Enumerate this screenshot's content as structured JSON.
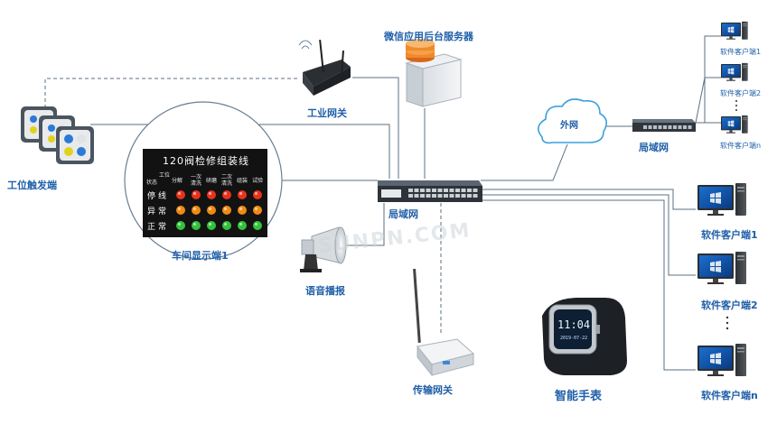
{
  "nodes": {
    "station_trigger": "工位触发端",
    "workshop_display": "车间显示端1",
    "voice_broadcast": "语音播报",
    "industrial_gateway": "工业网关",
    "wechat_server": "微信应用后台服务器",
    "lan_center": "局域网",
    "wan_cloud": "外网",
    "lan_right": "局域网",
    "transmission_gateway": "传输网关",
    "smart_watch": "智能手表",
    "client_small_1": "软件客户端1",
    "client_small_2": "软件客户端2",
    "client_small_n": "软件客户端n",
    "client_big_1": "软件客户端1",
    "client_big_2": "软件客户端2",
    "client_big_n": "软件客户端n"
  },
  "display_board": {
    "title": "120阀检修组装线",
    "header_left_top": "工位",
    "header_left_bottom": "状态",
    "header_col1": "分解",
    "header_col2_l1": "一次",
    "header_col2_l2": "清洗",
    "header_col3": "研磨",
    "header_col4_l1": "二次",
    "header_col4_l2": "清洗",
    "header_col5": "组装",
    "header_col6": "试验",
    "row1": "停线",
    "row2": "异常",
    "row3": "正常",
    "row_colors": [
      "#e8321e",
      "#f08a12",
      "#33c23a"
    ]
  },
  "watch": {
    "time": "11:04",
    "date": "2019-07-22"
  },
  "watermark": "SUNPN.COM",
  "colors": {
    "label": "#1f5fa8",
    "line": "#5b6f82",
    "cloud": "#3aa0dc"
  }
}
